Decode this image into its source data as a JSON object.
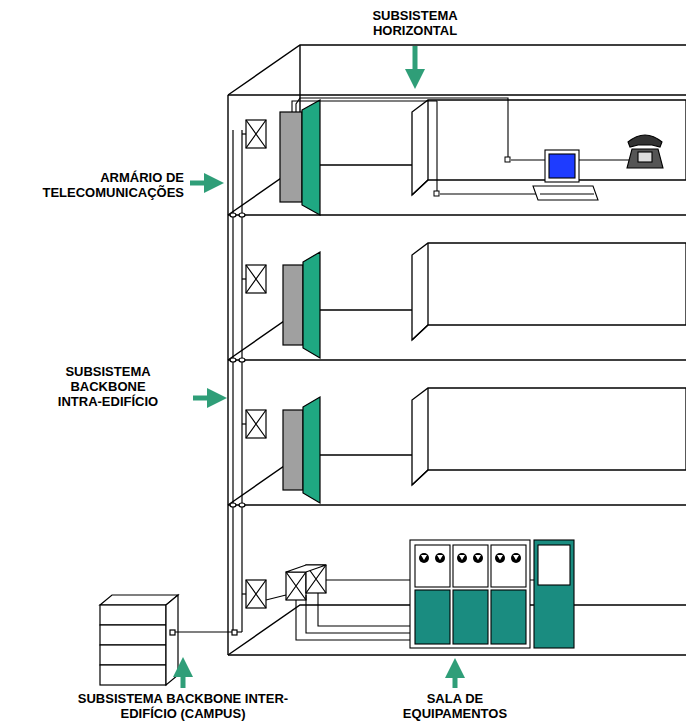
{
  "diagram": {
    "labels": [
      "SUBSISTEMA HORIZONTAL",
      "ARMÁRIO DE TELECOMUNICAÇÕES",
      "SUBSISTEMA BACKBONE INTRA-EDIFÍCIO",
      "SUBSISTEMA BACKBONE INTER-EDIFÍCIO (CAMPUS)",
      "SALA DE EQUIPAMENTOS"
    ]
  }
}
